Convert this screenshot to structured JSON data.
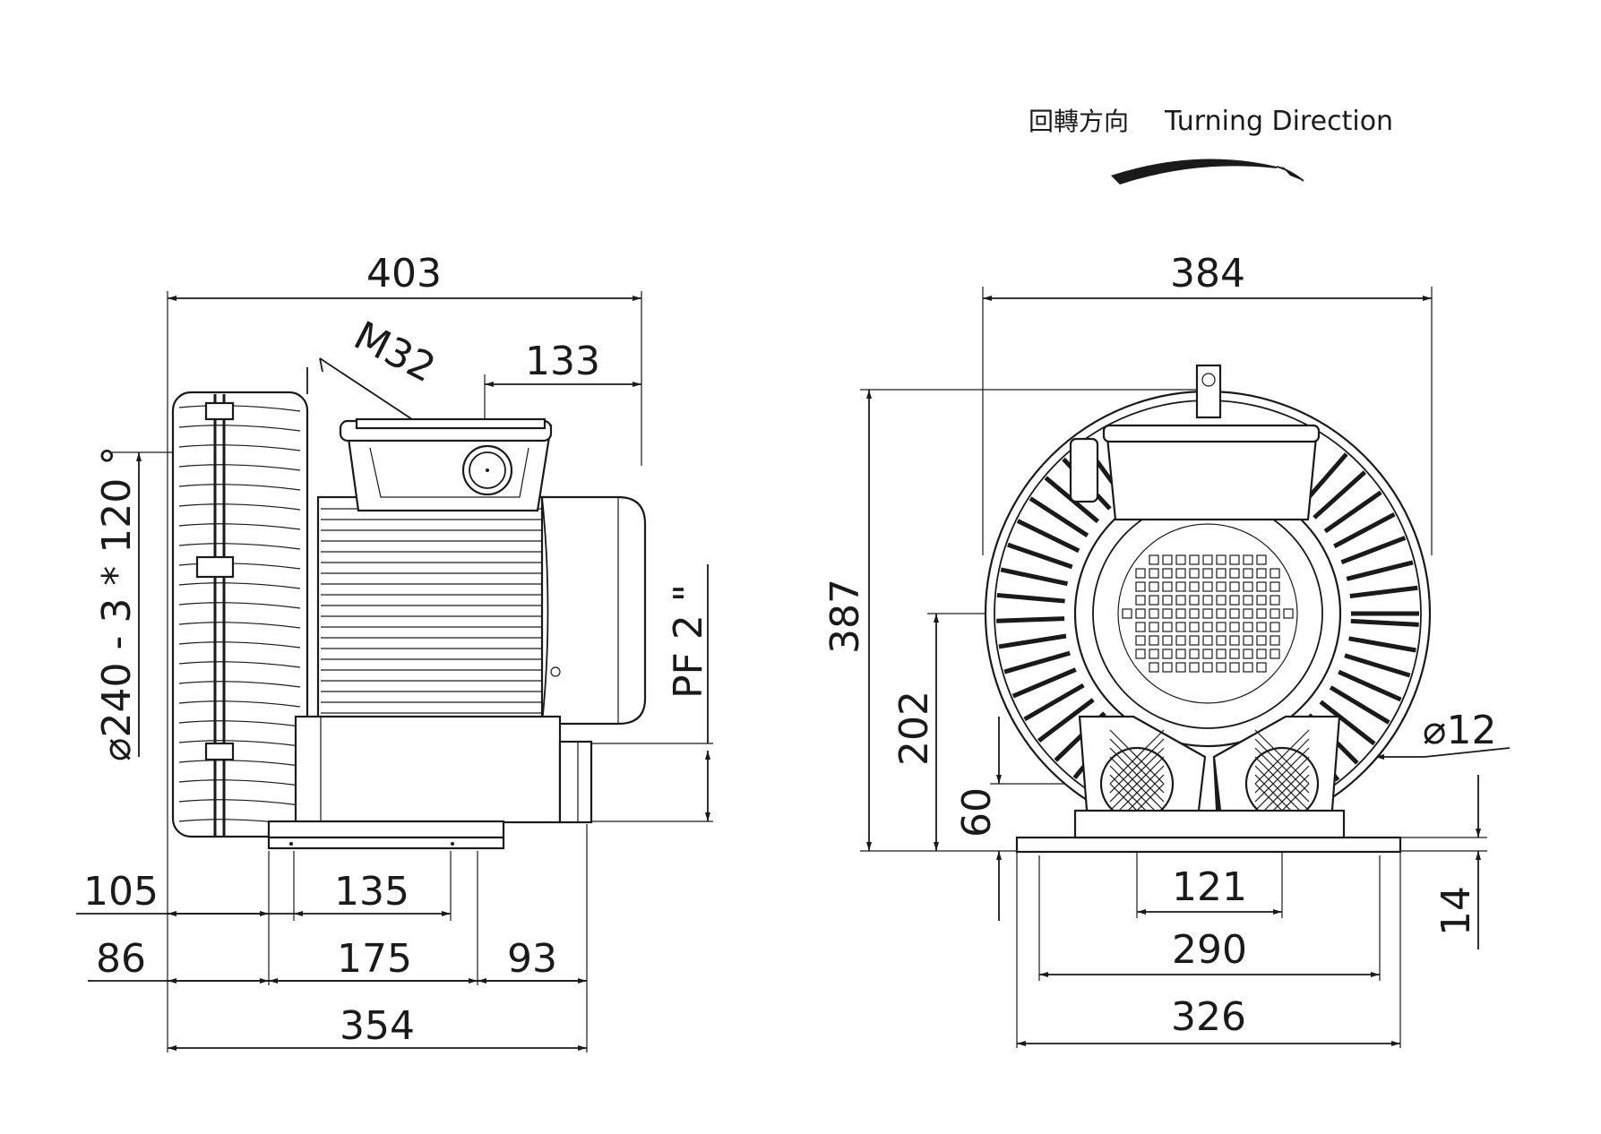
{
  "turning_direction": {
    "label_cjk": "回轉方向",
    "label_en": "Turning Direction"
  },
  "side_view": {
    "overall_length": "403",
    "outlet_offset": "133",
    "conduit_thread": "M32",
    "flange_spec": "⌀240 - 3 * 120 °",
    "port_thread": "PF 2 \"",
    "base_105": "105",
    "base_135": "135",
    "base_86": "86",
    "base_175": "175",
    "base_93": "93",
    "base_354": "354"
  },
  "front_view": {
    "overall_width": "384",
    "overall_height": "387",
    "center_height": "202",
    "port_height": "60",
    "mount_hole": "⌀12",
    "port_spacing": "121",
    "foot_thickness": "14",
    "hole_spacing": "290",
    "base_width": "326"
  },
  "colors": {
    "line": "#1a1a1a",
    "background": "#ffffff"
  }
}
